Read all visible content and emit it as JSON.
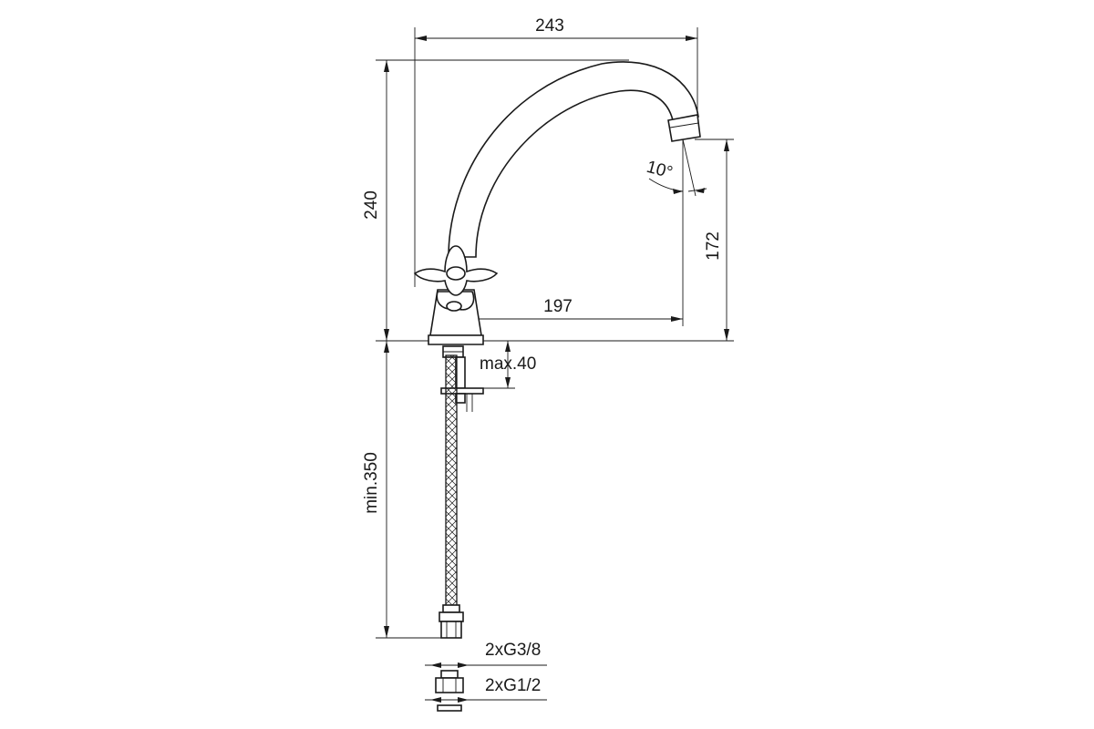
{
  "dimensions": {
    "width_243": "243",
    "height_240": "240",
    "height_172": "172",
    "reach_197": "197",
    "angle_10": "10°",
    "max_40": "max.40",
    "min_350": "min.350",
    "thread_g38": "2xG3/8",
    "thread_g12": "2xG1/2"
  }
}
